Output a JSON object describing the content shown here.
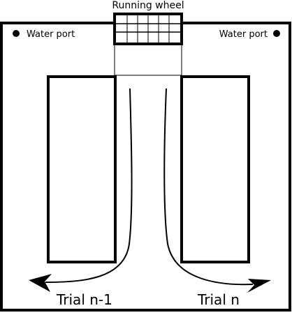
{
  "title": "Running wheel",
  "water_ports": [
    {
      "label": "Water port"
    },
    {
      "label": "Water port"
    }
  ],
  "trials": [
    {
      "label": "Trial n-1"
    },
    {
      "label": "Trial n"
    }
  ],
  "colors": {
    "stroke": "#000000",
    "background": "#ffffff"
  }
}
